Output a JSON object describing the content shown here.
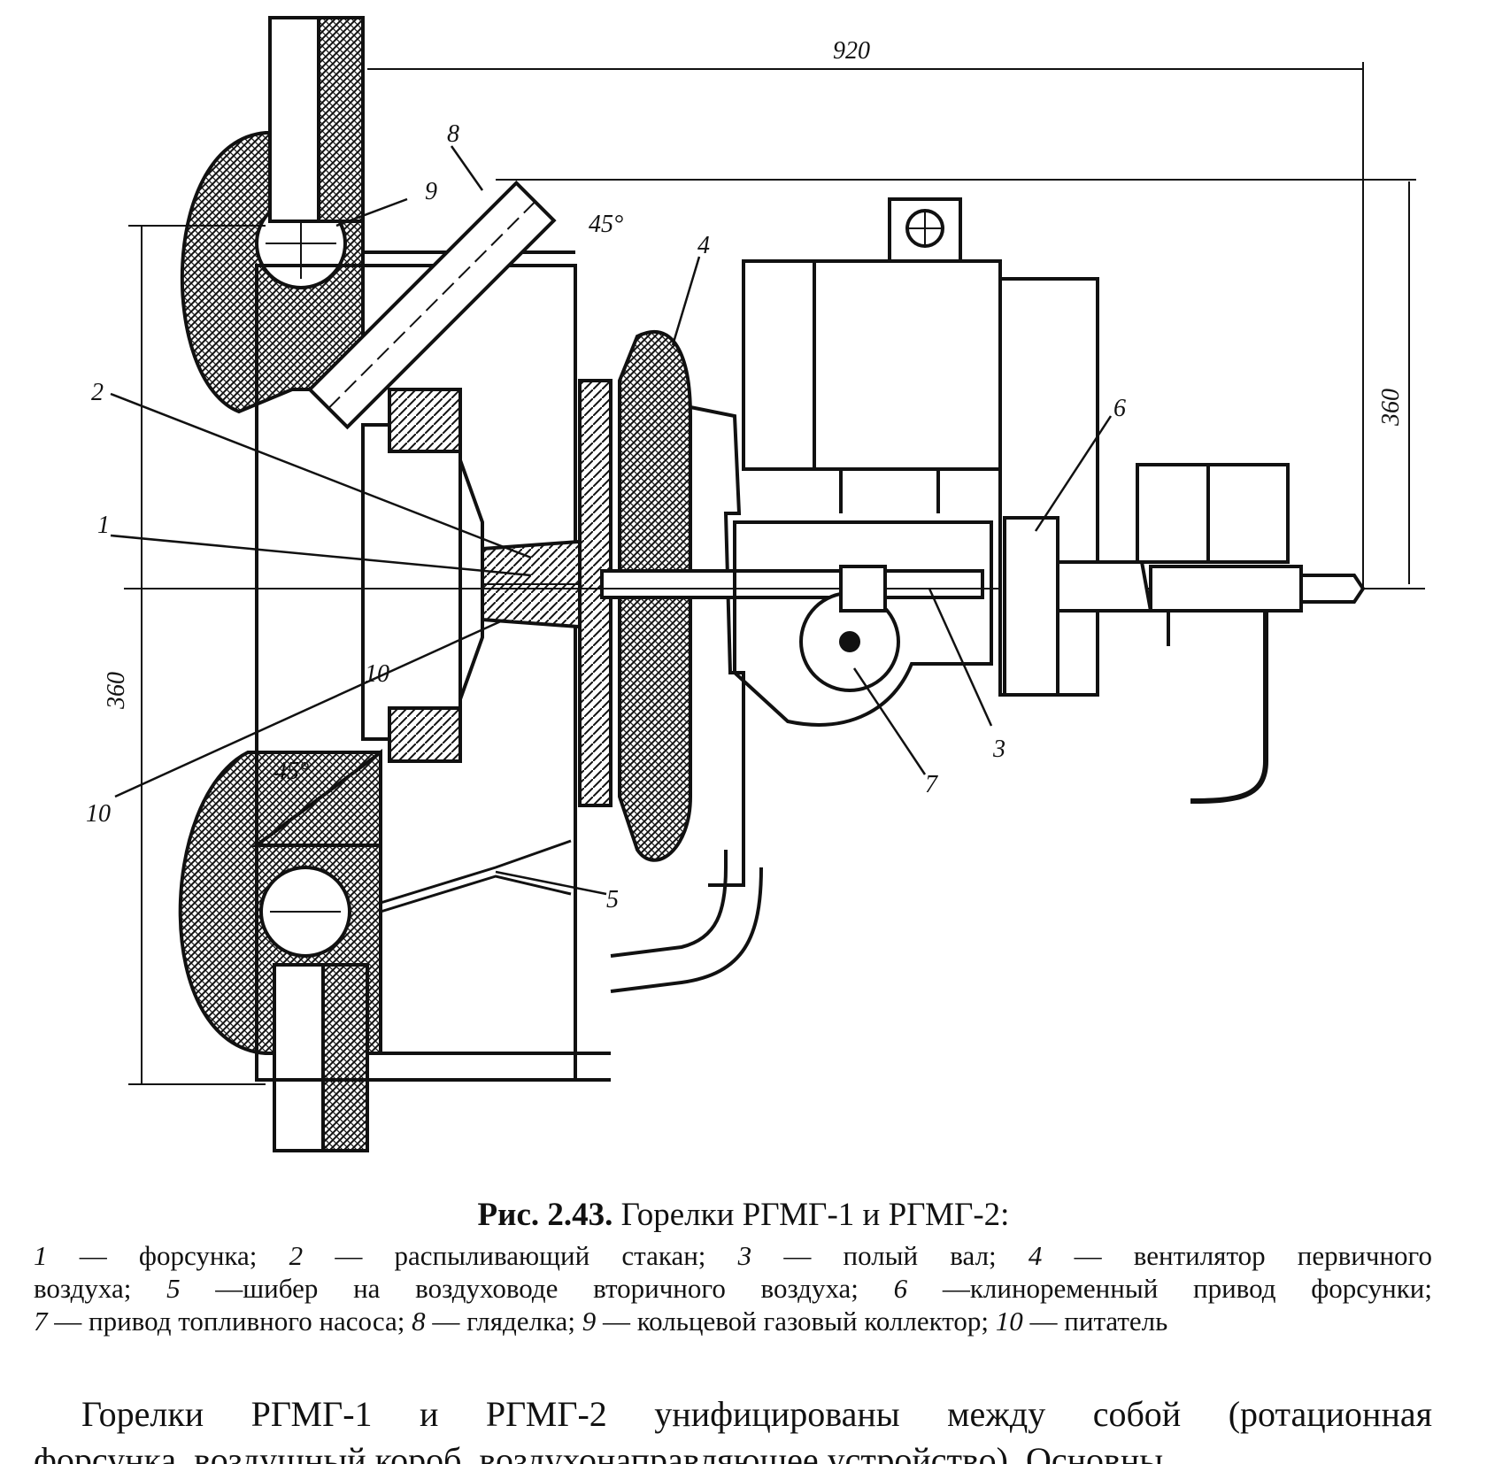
{
  "figure": {
    "dimensions": {
      "width_top": "920",
      "height_right": "360",
      "height_left": "360"
    },
    "angles": {
      "top": "45°",
      "bottom": "45°"
    },
    "labels": [
      "1",
      "2",
      "3",
      "4",
      "5",
      "6",
      "7",
      "8",
      "9",
      "10"
    ],
    "inner_label": "10"
  },
  "caption": {
    "number": "Рис. 2.43.",
    "title": "Горелки РГМГ-1 и РГМГ-2:"
  },
  "legend": {
    "line1": {
      "lead": "1",
      "t1": " — форсунка; ",
      "n2": "2",
      "t2": " — распыливающий стакан; ",
      "n3": "3",
      "t3": " — полый вал;  ",
      "n4": "4",
      "t4": " — вентилятор первичного"
    },
    "line2": {
      "t0": "воздуха; ",
      "n5": "5",
      "t5": " —шибер на воздуховоде вторичного воздуха; ",
      "n6": "6",
      "t6": " —клиноременный привод форсунки;"
    },
    "line3": {
      "n7": "7",
      "t7": " — привод топливного насоса; ",
      "n8": "8",
      "t8": " — гляделка; ",
      "n9": "9",
      "t9": " — кольцевой газовый коллектор; ",
      "n10": "10",
      "t10": " — питатель"
    }
  },
  "body": {
    "line1": "Горелки РГМГ-1 и РГМГ-2 унифицированы между собой (ротационная",
    "line2": "форсунка, воздушный короб, воздухонаправляющее устройство). Основны"
  }
}
